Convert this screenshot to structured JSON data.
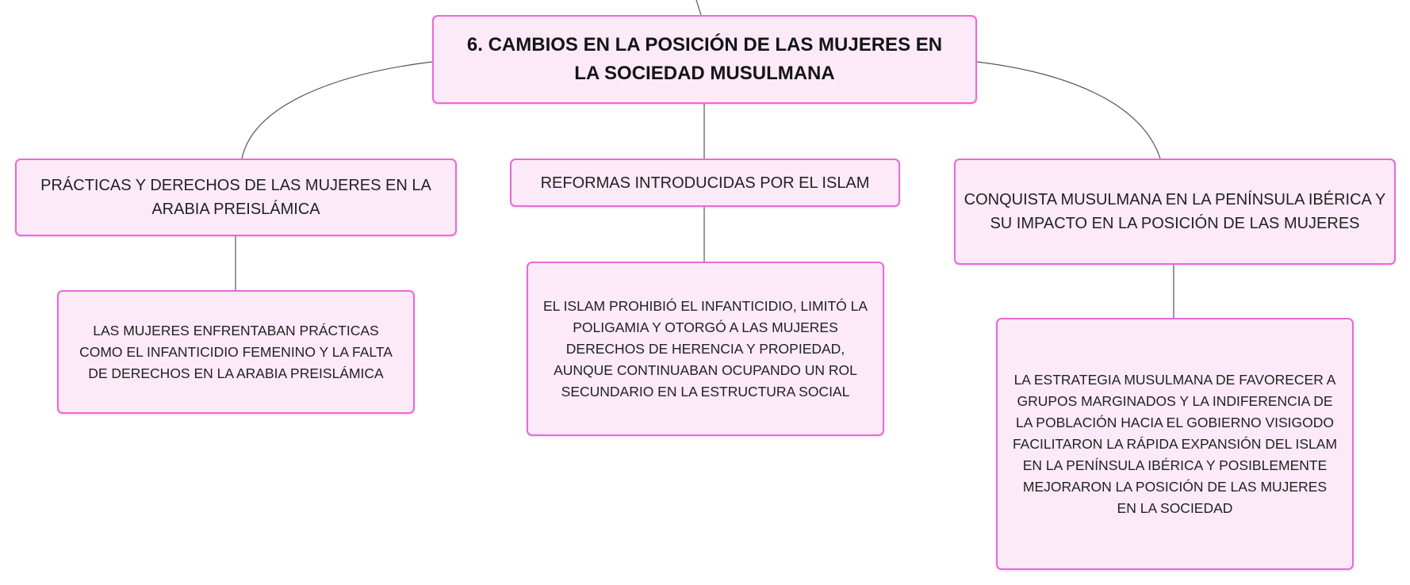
{
  "diagram": {
    "type": "mind-map",
    "colors": {
      "node_fill": "#fdeaf8",
      "node_border": "#e86bd6",
      "connector": "#555555"
    },
    "root": {
      "label": "6. CAMBIOS EN LA POSICIÓN DE LAS MUJERES EN LA SOCIEDAD MUSULMANA"
    },
    "branches": [
      {
        "label": "PRÁCTICAS Y DERECHOS DE LAS MUJERES EN LA ARABIA PREISLÁMICA",
        "child": "LAS MUJERES ENFRENTABAN PRÁCTICAS COMO EL INFANTICIDIO FEMENINO Y LA FALTA DE DERECHOS EN LA ARABIA PREISLÁMICA"
      },
      {
        "label": "REFORMAS INTRODUCIDAS POR EL ISLAM",
        "child": "EL ISLAM PROHIBIÓ EL INFANTICIDIO, LIMITÓ LA POLIGAMIA Y OTORGÓ A LAS MUJERES DERECHOS DE HERENCIA Y PROPIEDAD, AUNQUE CONTINUABAN OCUPANDO UN ROL SECUNDARIO EN LA ESTRUCTURA SOCIAL"
      },
      {
        "label": "CONQUISTA MUSULMANA EN LA PENÍNSULA IBÉRICA Y SU IMPACTO EN LA POSICIÓN DE LAS MUJERES",
        "child": "LA ESTRATEGIA MUSULMANA DE FAVORECER A GRUPOS MARGINADOS Y LA INDIFERENCIA DE LA POBLACIÓN HACIA EL GOBIERNO VISIGODO FACILITARON LA RÁPIDA EXPANSIÓN DEL ISLAM EN LA PENÍNSULA IBÉRICA Y POSIBLEMENTE MEJORARON LA POSICIÓN DE LAS MUJERES EN LA SOCIEDAD"
      }
    ]
  }
}
